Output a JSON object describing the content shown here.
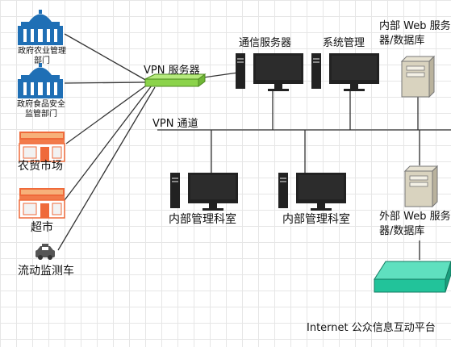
{
  "labels": {
    "gov_agri": "政府农业管理部门",
    "gov_food": "政府食品安全监管部门",
    "farm_market": "农贸市场",
    "supermarket": "超市",
    "mobile_car": "流动监测车",
    "vpn_server": "VPN 服务器",
    "vpn_channel": "VPN 通道",
    "comm_server": "通信服务器",
    "sys_mgmt": "系统管理",
    "internal_web": "内部 Web 服务器/数据库",
    "internal_office_1": "内部管理科室",
    "internal_office_2": "内部管理科室",
    "external_web": "外部 Web 服务器/数据库",
    "internet_platform": "Internet 公众信息互动平台"
  },
  "icons": {
    "government_building": "government-building-icon",
    "store": "store-icon",
    "car": "car-icon",
    "switch": "network-switch-icon",
    "workstation": "workstation-icon",
    "server": "server-icon"
  },
  "colors": {
    "grid": "#e6e6e6",
    "line": "#333333",
    "gov_blue": "#1f6fb5",
    "switch_green": "#8bd34a",
    "internet_teal": "#22c39a",
    "server_beige": "#d9d3bf",
    "store_orange": "#ef6a3a"
  }
}
